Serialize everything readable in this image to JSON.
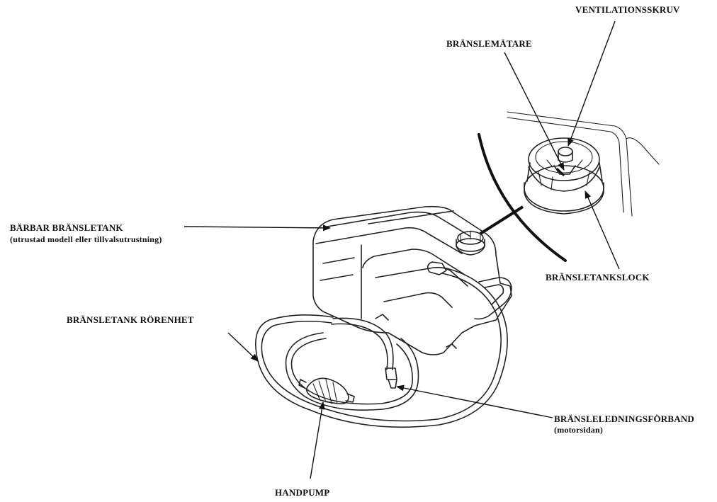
{
  "labels": {
    "ventilationsskruv": "VENTILATIONSSKRUV",
    "bransle_matare": "BRÄNSLEMÄTARE",
    "barbar_bransletank": "BÄRBAR BRÄNSLETANK",
    "barbar_bransletank_sub": "(utrustad modell eller tillvalsutrustning)",
    "bransletanksslock": "BRÄNSLETANKSLOCK",
    "bransletank_rorenhet": "BRÄNSLETANK RÖRENHET",
    "bransleledningsforband": "BRÄNSLELEDNINGSFÖRBAND",
    "bransleledningsforband_sub": "(motorsidan)",
    "handpump": "HANDPUMP"
  }
}
